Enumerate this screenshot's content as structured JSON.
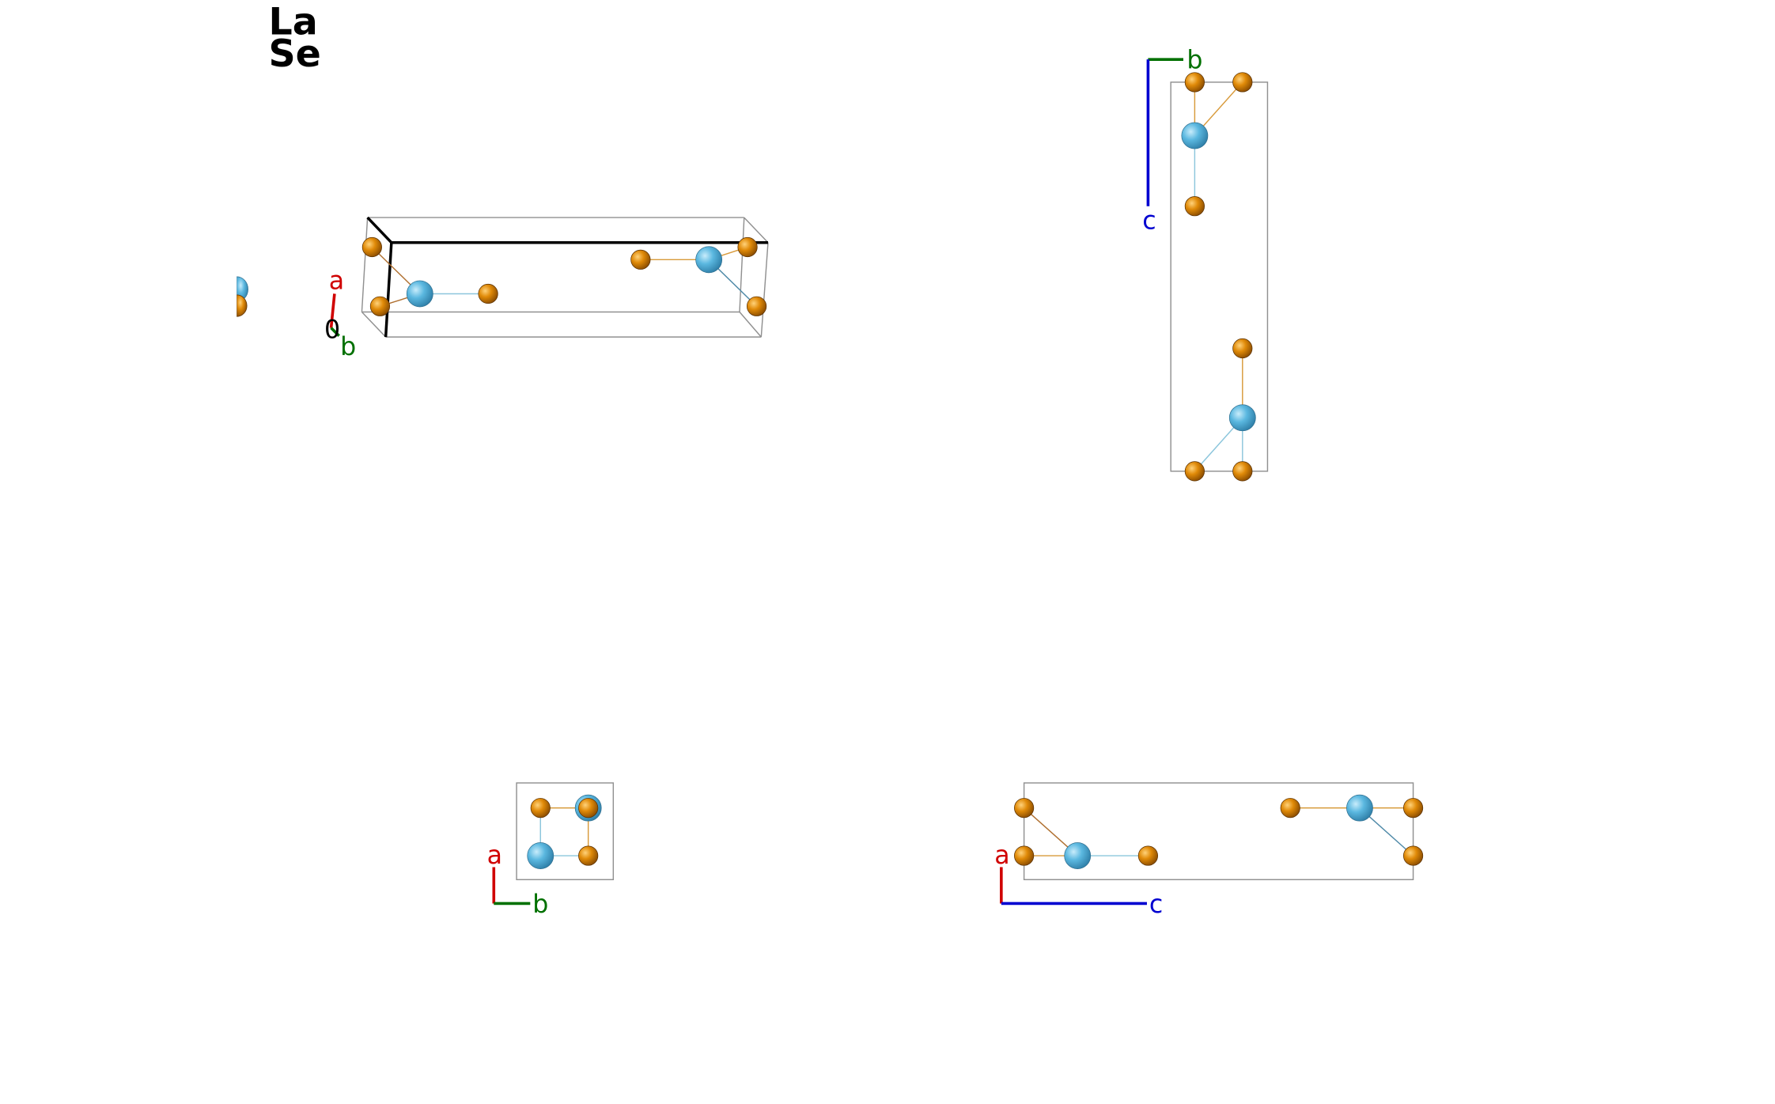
{
  "legend": {
    "items": [
      {
        "label": "La"
      },
      {
        "label": "Se"
      }
    ]
  },
  "colors": {
    "la_atom": "#5bb8e0",
    "se_atom": "#e08a08",
    "axis_a": "#d00000",
    "axis_b": "#007000",
    "axis_c": "#0000d0",
    "cell_edge": "#909090",
    "bond_la": "#8cc6dc",
    "bond_se": "#d89a3a"
  },
  "views": {
    "perspective": {
      "axis_labels": {
        "a": "a",
        "b": "b",
        "origin": "0"
      }
    },
    "bc": {
      "axis_labels": {
        "b": "b",
        "c": "c"
      }
    },
    "ab": {
      "axis_labels": {
        "a": "a",
        "b": "b"
      }
    },
    "ac": {
      "axis_labels": {
        "a": "a",
        "c": "c"
      }
    }
  }
}
